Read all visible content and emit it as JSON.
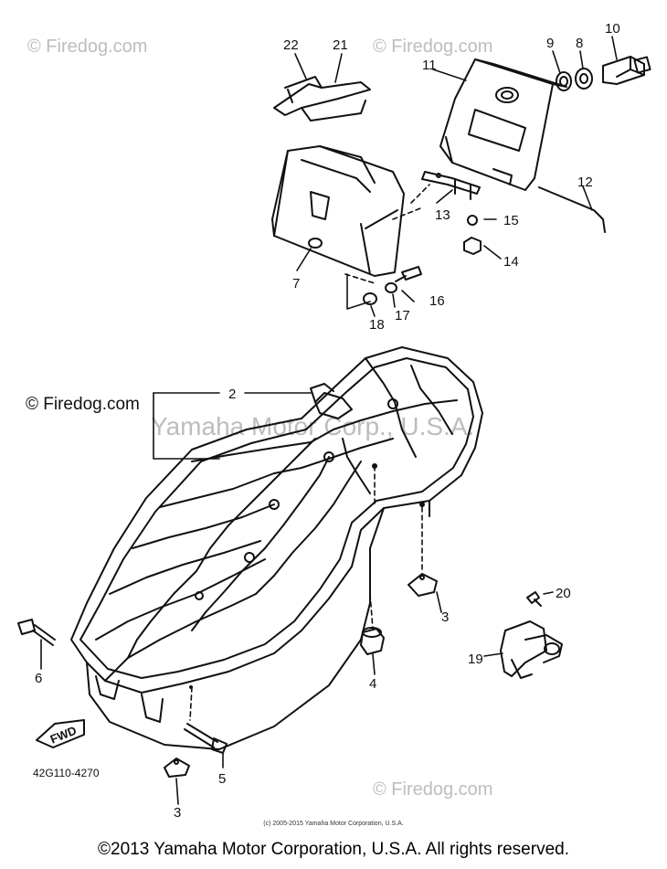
{
  "watermarks": {
    "top_left": "© Firedog.com",
    "top_right": "© Firedog.com",
    "middle_left": "© Firedog.com",
    "middle_center": "Yamaha Motor Corp., U.S.A.",
    "bottom_right": "© Firedog.com"
  },
  "part_numbers": {
    "p2": "2",
    "p3a": "3",
    "p3b": "3",
    "p4": "4",
    "p5": "5",
    "p6": "6",
    "p7": "7",
    "p8": "8",
    "p9": "9",
    "p10": "10",
    "p11": "11",
    "p12": "12",
    "p13": "13",
    "p14": "14",
    "p15": "15",
    "p16": "16",
    "p17": "17",
    "p18": "18",
    "p19": "19",
    "p20": "20",
    "p21": "21",
    "p22": "22"
  },
  "fwd_label": "FWD",
  "diagram_code": "42G110-4270",
  "fine_print": "(c) 2005-2015 Yamaha Motor Corporation, U.S.A.",
  "copyright": "©2013 Yamaha Motor Corporation, U.S.A. All rights reserved.",
  "colors": {
    "line": "#111111",
    "watermark": "#bdbdbd",
    "background": "#ffffff"
  }
}
